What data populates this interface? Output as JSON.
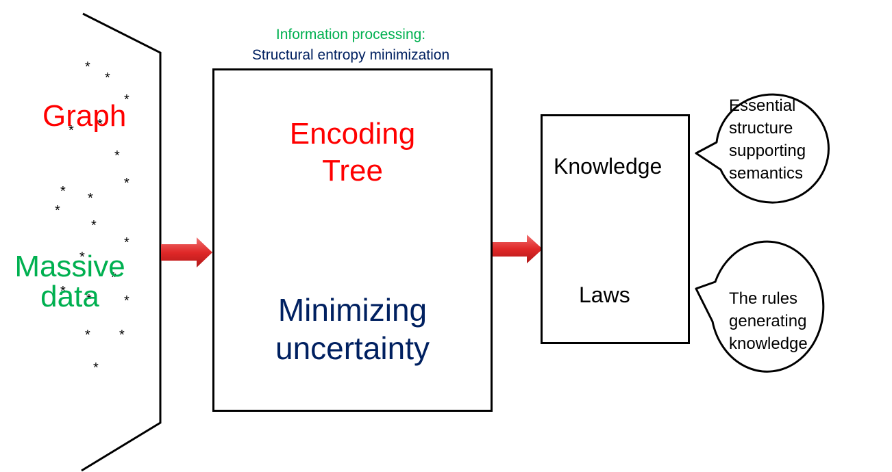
{
  "input": {
    "graph_label": "Graph",
    "data_label_line1": "Massive",
    "data_label_line2": "data",
    "star_glyph": "*"
  },
  "process": {
    "heading_line1": "Information processing:",
    "heading_line2": "Structural entropy minimization",
    "encoding_line1": "Encoding",
    "encoding_line2": "Tree",
    "minimizing_line1": "Minimizing",
    "minimizing_line2": "uncertainty"
  },
  "output": {
    "knowledge_label": "Knowledge",
    "laws_label": "Laws"
  },
  "bubbles": {
    "knowledge_bubble_lines": [
      "Essential",
      "structure",
      "supporting",
      "semantics"
    ],
    "laws_bubble_lines": [
      "The rules",
      "generating",
      "knowledge"
    ]
  },
  "colors": {
    "red": "#ff0000",
    "green": "#00b050",
    "navy": "#002060",
    "arrow": "#e03030"
  }
}
